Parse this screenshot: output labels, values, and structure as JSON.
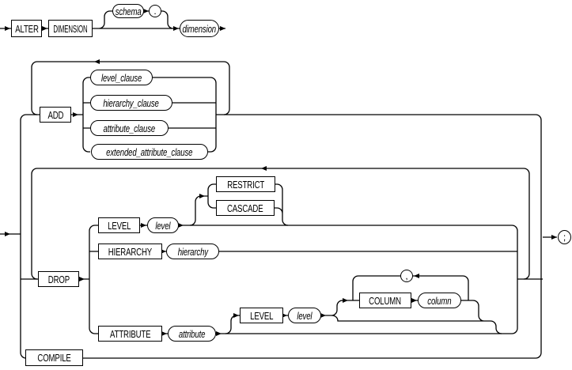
{
  "diagram_type": "railroad-syntax-diagram",
  "colors": {
    "line": "#000000",
    "background": "#ffffff",
    "text": "#000000"
  },
  "labels": {
    "alter": "ALTER",
    "dimension_kw": "DIMENSION",
    "schema": "schema",
    "dot": ".",
    "dimension": "dimension",
    "add": "ADD",
    "level_clause": "level_clause",
    "hierarchy_clause": "hierarchy_clause",
    "attribute_clause": "attribute_clause",
    "extended_attribute_clause": "extended_attribute_clause",
    "drop": "DROP",
    "level_kw": "LEVEL",
    "level": "level",
    "restrict": "RESTRICT",
    "cascade": "CASCADE",
    "hierarchy_kw": "HIERARCHY",
    "hierarchy": "hierarchy",
    "attribute_kw": "ATTRIBUTE",
    "attribute": "attribute",
    "level2_kw": "LEVEL",
    "level2": "level",
    "column_kw": "COLUMN",
    "column": "column",
    "comma": ",",
    "compile": "COMPILE",
    "semicolon": ";"
  }
}
